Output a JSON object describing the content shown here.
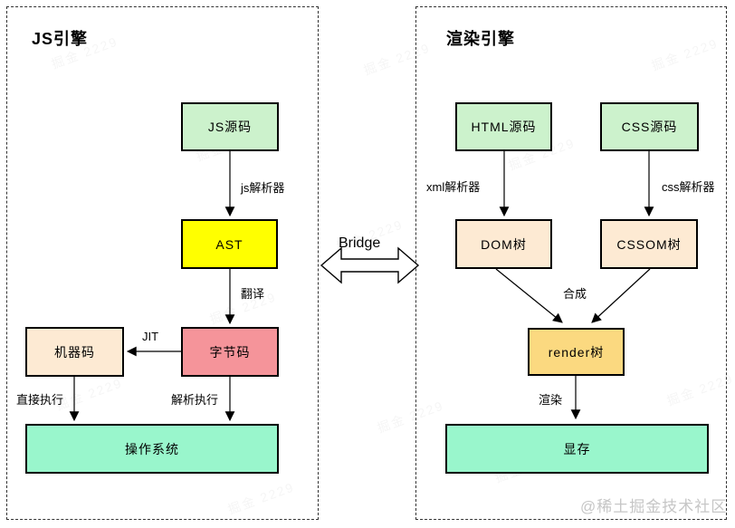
{
  "diagram": {
    "js_engine": {
      "title": "JS引擎",
      "nodes": {
        "js_source": "JS源码",
        "ast": "AST",
        "bytecode": "字节码",
        "machine_code": "机器码",
        "os": "操作系统"
      },
      "edge_labels": {
        "js_parser": "js解析器",
        "translate": "翻译",
        "jit": "JIT",
        "direct_exec": "直接执行",
        "interpret_exec": "解析执行"
      }
    },
    "render_engine": {
      "title": "渲染引擎",
      "nodes": {
        "html_source": "HTML源码",
        "css_source": "CSS源码",
        "dom_tree": "DOM树",
        "cssom_tree": "CSSOM树",
        "render_tree": "render树",
        "vram": "显存"
      },
      "edge_labels": {
        "xml_parser": "xml解析器",
        "css_parser": "css解析器",
        "compose": "合成",
        "render": "渲染"
      }
    },
    "bridge_label": "Bridge"
  },
  "watermark": {
    "tile_text": "掘金 2229",
    "credit": "@稀土掘金技术社区"
  },
  "colors": {
    "node_green": "#ccf2cc",
    "node_yellow": "#ffff00",
    "node_peach": "#fdead3",
    "node_salmon": "#f5949a",
    "node_mint": "#99f6cc",
    "node_gold": "#fbd980",
    "border": "#000000",
    "credit_gray": "#c6c6c6"
  }
}
